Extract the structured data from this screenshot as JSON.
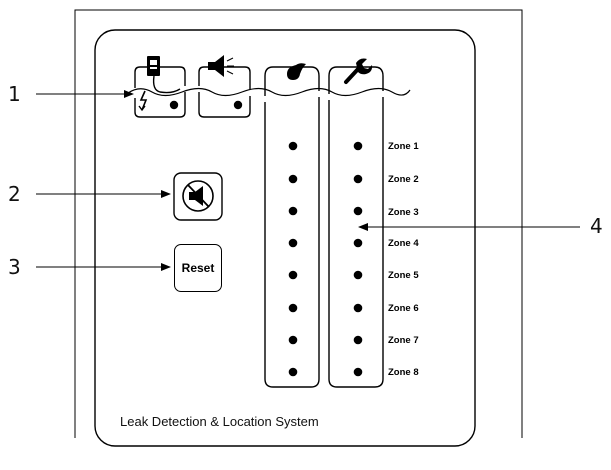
{
  "callouts": [
    "1",
    "2",
    "3",
    "4"
  ],
  "panel": {
    "title": "Leak Detection & Location System",
    "buttons": {
      "silence_icon": "speaker-mute-icon",
      "reset_label": "Reset"
    },
    "indicators": [
      {
        "icon": "power-battery-icon"
      },
      {
        "icon": "speaker-alarm-icon"
      }
    ],
    "columns": [
      {
        "icon": "leak-drop-icon"
      },
      {
        "icon": "wrench-icon"
      }
    ],
    "zones": [
      "Zone 1",
      "Zone 2",
      "Zone 3",
      "Zone 4",
      "Zone 5",
      "Zone 6",
      "Zone 7",
      "Zone 8"
    ]
  }
}
